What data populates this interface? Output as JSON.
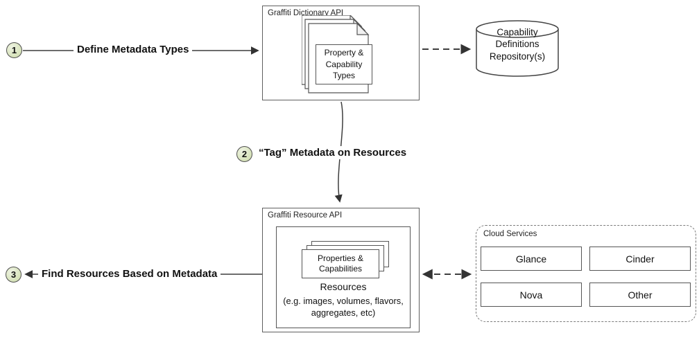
{
  "steps": {
    "one": {
      "number": "1",
      "label": "Define Metadata Types"
    },
    "two": {
      "number": "2",
      "label": "“Tag” Metadata on Resources"
    },
    "three": {
      "number": "3",
      "label": "Find Resources Based on Metadata"
    }
  },
  "dictionary_api": {
    "title": "Graffiti Dictionary API",
    "document_label": "Property & Capability Types"
  },
  "repository": {
    "label": "Capability Definitions Repository(s)"
  },
  "resource_api": {
    "title": "Graffiti Resource API",
    "stack_label": "Properties & Capabilities",
    "resources_title": "Resources",
    "resources_detail": "(e.g. images, volumes, flavors, aggregates, etc)"
  },
  "cloud_services": {
    "title": "Cloud Services",
    "services": [
      "Glance",
      "Cinder",
      "Nova",
      "Other"
    ]
  },
  "colors": {
    "step_circle_fill": "#d8e4ba",
    "step_circle_border": "#4f4f4f",
    "box_border": "#5f5f5f",
    "connector": "#3d3d3d"
  }
}
